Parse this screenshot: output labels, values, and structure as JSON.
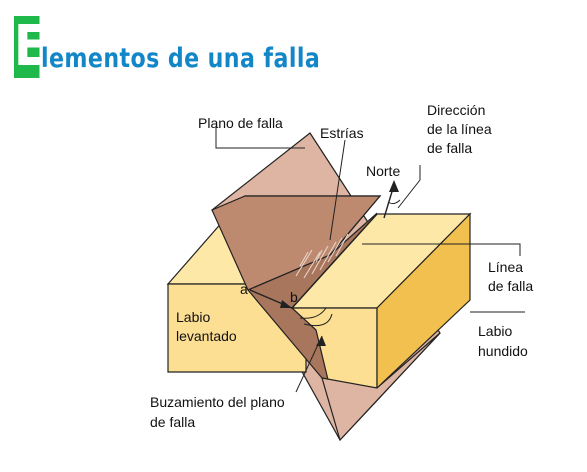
{
  "title": {
    "initial": "E",
    "rest": "lementos de una falla"
  },
  "labels": {
    "plano_de_falla": "Plano de falla",
    "estrias": "Estrías",
    "direccion_1": "Dirección",
    "direccion_2": "de la línea",
    "direccion_3": "de falla",
    "norte": "Norte",
    "linea_1": "Línea",
    "linea_2": "de falla",
    "labio_levantado_1": "Labio",
    "labio_levantado_2": "levantado",
    "labio_hundido_1": "Labio",
    "labio_hundido_2": "hundido",
    "point_a": "a",
    "point_b": "b",
    "buzamiento_1": "Buzamiento del plano",
    "buzamiento_2": "de falla"
  },
  "colors": {
    "title_initial_bg": "#1fb84a",
    "title_text": "#1386c8",
    "block_top": "#fde8a8",
    "block_front": "#fddf93",
    "block_side": "#f2c04e",
    "fault_plane": "#ddb5a2",
    "fault_plane_dark": "#bd8a6f",
    "fault_plane_darker": "#a8755d",
    "outline": "#222222"
  }
}
